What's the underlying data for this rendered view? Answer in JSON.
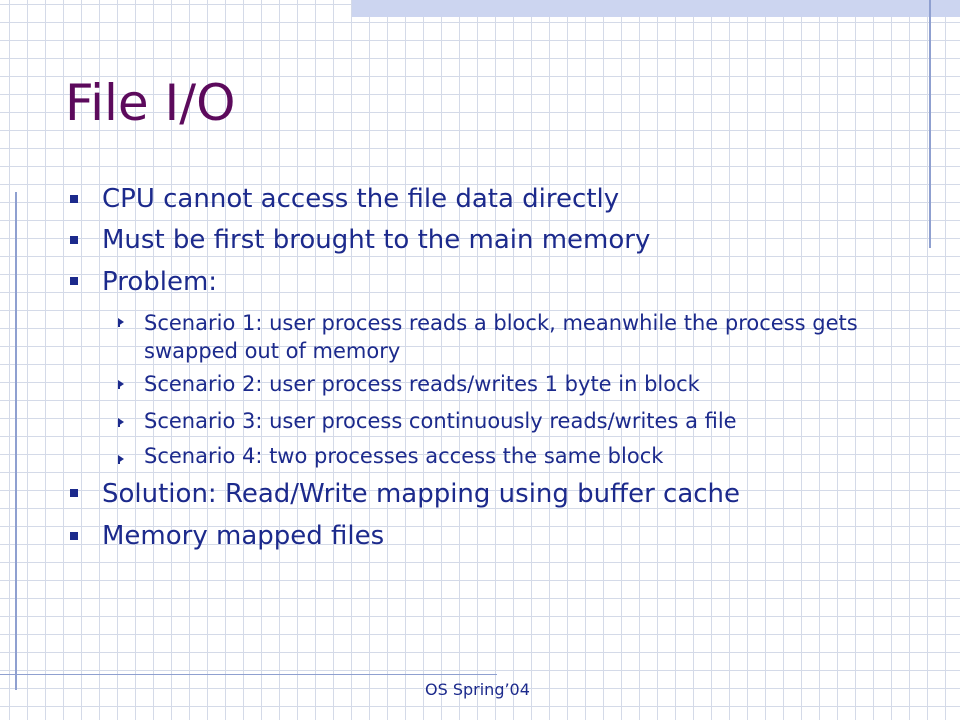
{
  "slide": {
    "title": "File I/O",
    "bullets": [
      "CPU cannot access the file data directly",
      "Must be first brought to the main memory",
      "Problem:"
    ],
    "sub_bullets": [
      "Scenario 1: user process reads a block, meanwhile the process gets swapped out of memory",
      "Scenario 2: user process reads/writes 1 byte in block",
      "Scenario 3: user process continuously reads/writes a file",
      "Scenario 4: two processes access the same block"
    ],
    "bullets_after": [
      "Solution: Read/Write mapping using buffer cache",
      "Memory mapped files"
    ],
    "footer": "OS Spring’04"
  },
  "colors": {
    "title": "#5c0a5c",
    "text": "#1c2a8c",
    "grid": "#d4dae8",
    "accent_bar": "#ccd5f0",
    "rule_lines": "#8fa0d0"
  },
  "icons": {
    "level1_bullet": "square-bullet-icon",
    "level2_bullet": "arrow-bullet-icon"
  }
}
